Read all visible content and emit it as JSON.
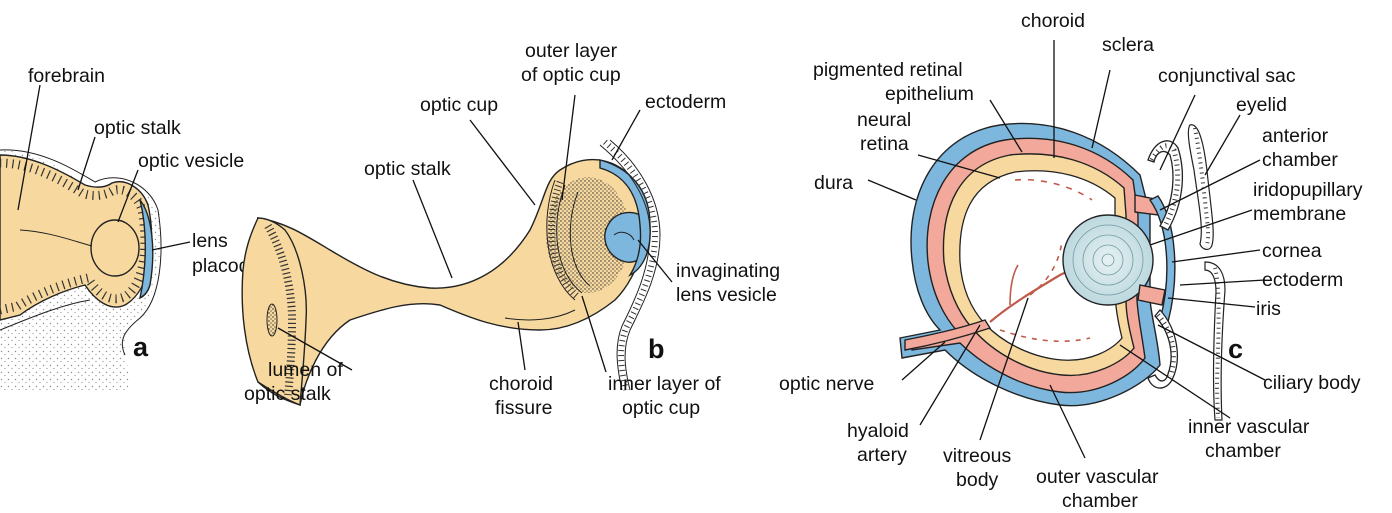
{
  "colors": {
    "neural_tissue": "#f7d9a0",
    "surface_ectoderm_blue": "#7db7de",
    "vascular_pink": "#f2a89a",
    "lens_fill": "#cfe3e8",
    "stipple_dark": "#333333"
  },
  "panels": {
    "a": {
      "letter": "a",
      "labels": {
        "forebrain": "forebrain",
        "optic_stalk": "optic stalk",
        "optic_vesicle": "optic vesicle",
        "lens_placode_1": "lens",
        "lens_placode_2": "placode"
      }
    },
    "b": {
      "letter": "b",
      "labels": {
        "outer_layer_1": "outer layer",
        "outer_layer_2": "of optic cup",
        "optic_cup": "optic cup",
        "ectoderm": "ectoderm",
        "optic_stalk": "optic stalk",
        "invaginating_1": "invaginating",
        "invaginating_2": "lens vesicle",
        "lumen_1": "lumen of",
        "lumen_2": "optic stalk",
        "choroid_fissure_1": "choroid",
        "choroid_fissure_2": "fissure",
        "inner_layer_1": "inner layer of",
        "inner_layer_2": "optic cup"
      }
    },
    "c": {
      "letter": "c",
      "labels": {
        "choroid": "choroid",
        "sclera": "sclera",
        "pigmented_1": "pigmented retinal",
        "pigmented_2": "epithelium",
        "conjunctival_sac": "conjunctival sac",
        "eyelid": "eyelid",
        "neural_retina_1": "neural",
        "neural_retina_2": "retina",
        "anterior_1": "anterior",
        "anterior_2": "chamber",
        "dura": "dura",
        "iridopupillary_1": "iridopupillary",
        "iridopupillary_2": "membrane",
        "cornea": "cornea",
        "ectoderm": "ectoderm",
        "iris": "iris",
        "ciliary_body": "ciliary body",
        "optic_nerve": "optic nerve",
        "inner_vascular_1": "inner vascular",
        "inner_vascular_2": "chamber",
        "hyaloid_1": "hyaloid",
        "hyaloid_2": "artery",
        "vitreous_1": "vitreous",
        "vitreous_2": "body",
        "outer_vascular_1": "outer vascular",
        "outer_vascular_2": "chamber"
      }
    }
  }
}
